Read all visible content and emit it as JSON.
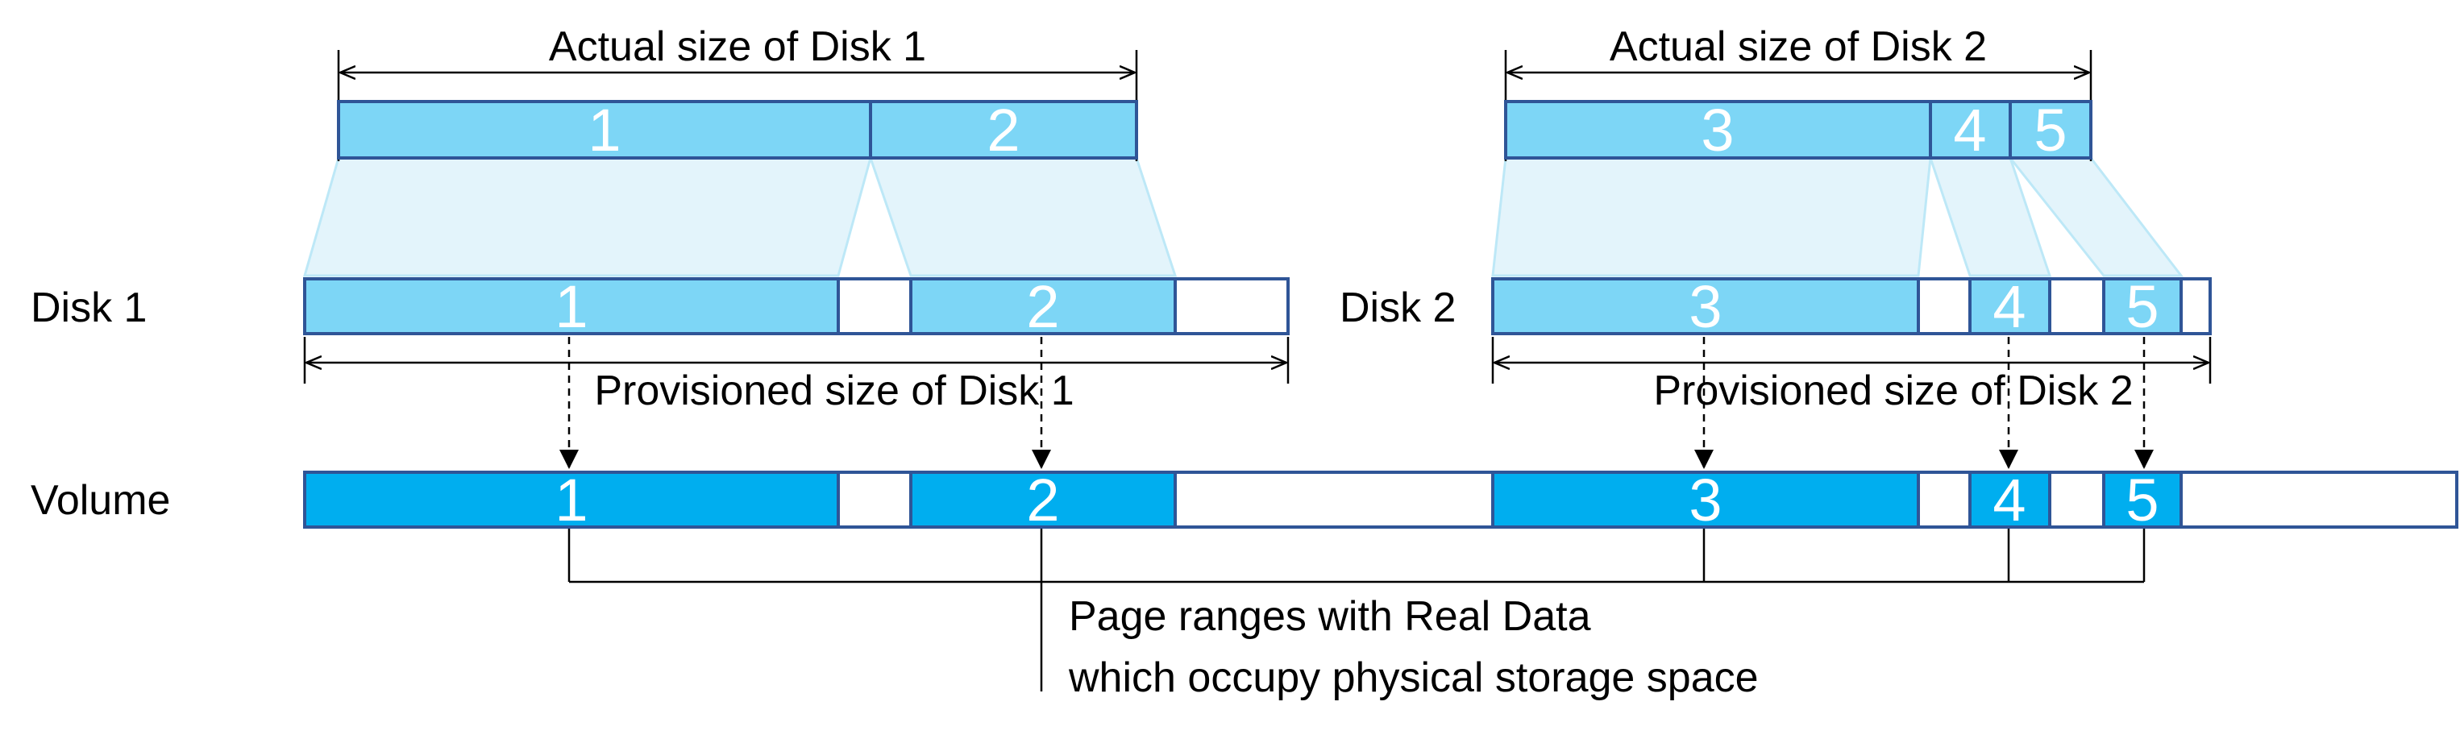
{
  "colors": {
    "disk_segment": "#7dd6f6",
    "volume_segment": "#00aeef",
    "outline": "#2f5597",
    "mapping_fill": "#e3f4fb",
    "mapping_edge": "#bde8f7",
    "text": "#000000",
    "segment_text": "#ffffff"
  },
  "actual": {
    "disk1": {
      "label": "Actual size of Disk 1",
      "segments": [
        "1",
        "2"
      ]
    },
    "disk2": {
      "label": "Actual size of Disk 2",
      "segments": [
        "3",
        "4",
        "5"
      ]
    }
  },
  "provisioned": {
    "disk1": {
      "row_label": "Disk 1",
      "dimension_label": "Provisioned size of Disk 1",
      "segments": [
        "1",
        "2"
      ]
    },
    "disk2": {
      "row_label": "Disk 2",
      "dimension_label": "Provisioned size of Disk 2",
      "segments": [
        "3",
        "4",
        "5"
      ]
    }
  },
  "volume": {
    "row_label": "Volume",
    "segments": [
      "1",
      "2",
      "3",
      "4",
      "5"
    ]
  },
  "caption": {
    "line1": "Page ranges with Real Data",
    "line2": "which occupy physical storage space"
  },
  "icons": [
    "arrowhead-icon"
  ]
}
